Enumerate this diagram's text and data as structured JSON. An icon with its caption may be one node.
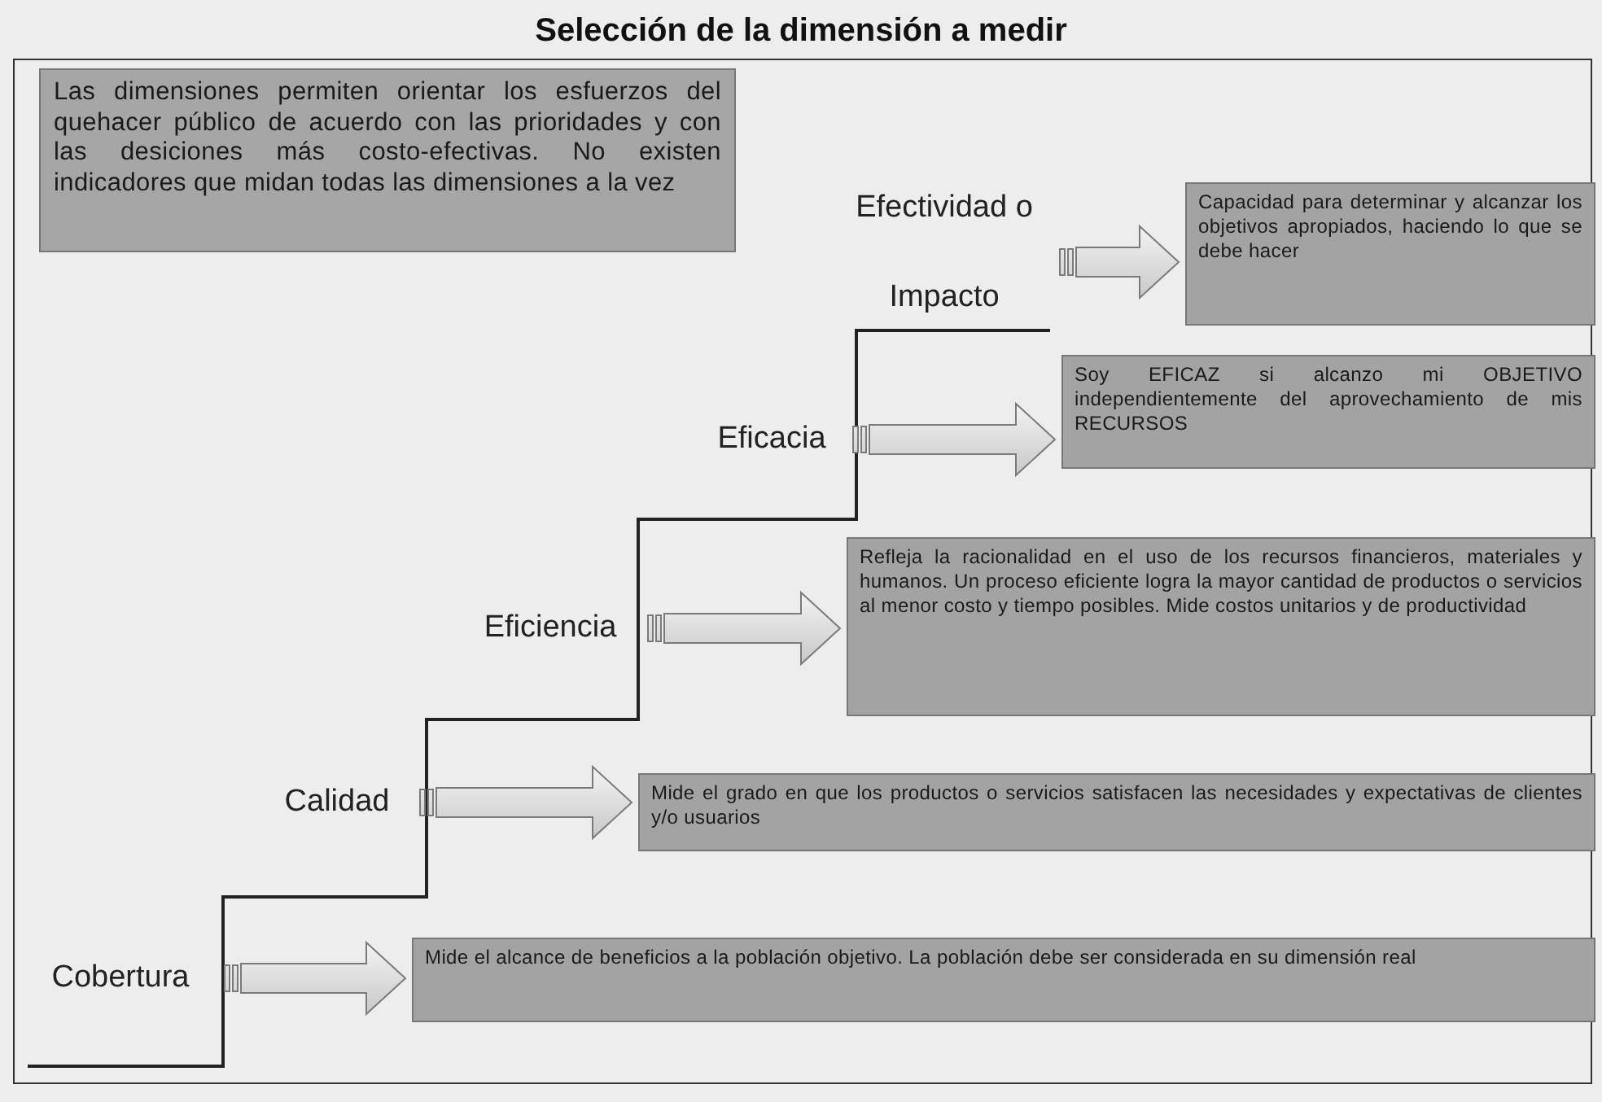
{
  "diagram": {
    "title": "Selección de la dimensión a medir",
    "nodes": [
      {
        "text": [
          "Las dimensiones permiten orientar los esfuerzos del quehacer público de acuerdo con las prioridades y con las desiciones más costo-efectivas. No existen indicadores que midan todas las dimensiones a la vez"
        ]
      },
      {
        "text": [
          "Efectividad o Impacto"
        ]
      },
      {
        "text": [
          "Capacidad para determinar y alcanzar los objetivos apropiados, haciendo lo que se debe hacer"
        ]
      },
      {
        "text": [
          "Eficacia"
        ]
      },
      {
        "text": [
          "Soy EFICAZ si alcanzo mi OBJETIVO independientemente del aprovechamiento de mis RECURSOS"
        ]
      },
      {
        "text": [
          "Eficiencia"
        ]
      },
      {
        "text": [
          "Refleja la racionalidad en el uso de los recursos financieros, materiales y humanos. Un proceso eficiente logra la mayor cantidad de productos o servicios al menor costo y tiempo posibles. Mide costos unitarios y de productividad"
        ]
      },
      {
        "text": [
          "Calidad"
        ]
      },
      {
        "text": [
          "Mide el grado en que los productos o servicios satisfacen las necesidades y expectativas de clientes y/o usuarios"
        ]
      },
      {
        "text": [
          "Cobertura"
        ]
      },
      {
        "text": [
          "Mide el alcance de beneficios a la población objetivo. La población debe ser considerada en su dimensión real"
        ]
      }
    ],
    "edges": [
      {
        "from": 1,
        "to": 2,
        "arrow": "to"
      },
      {
        "from": 3,
        "to": 4,
        "arrow": "to"
      },
      {
        "from": 5,
        "to": 6,
        "arrow": "to"
      },
      {
        "from": 7,
        "to": 8,
        "arrow": "to"
      },
      {
        "from": 9,
        "to": 10,
        "arrow": "to"
      }
    ]
  }
}
